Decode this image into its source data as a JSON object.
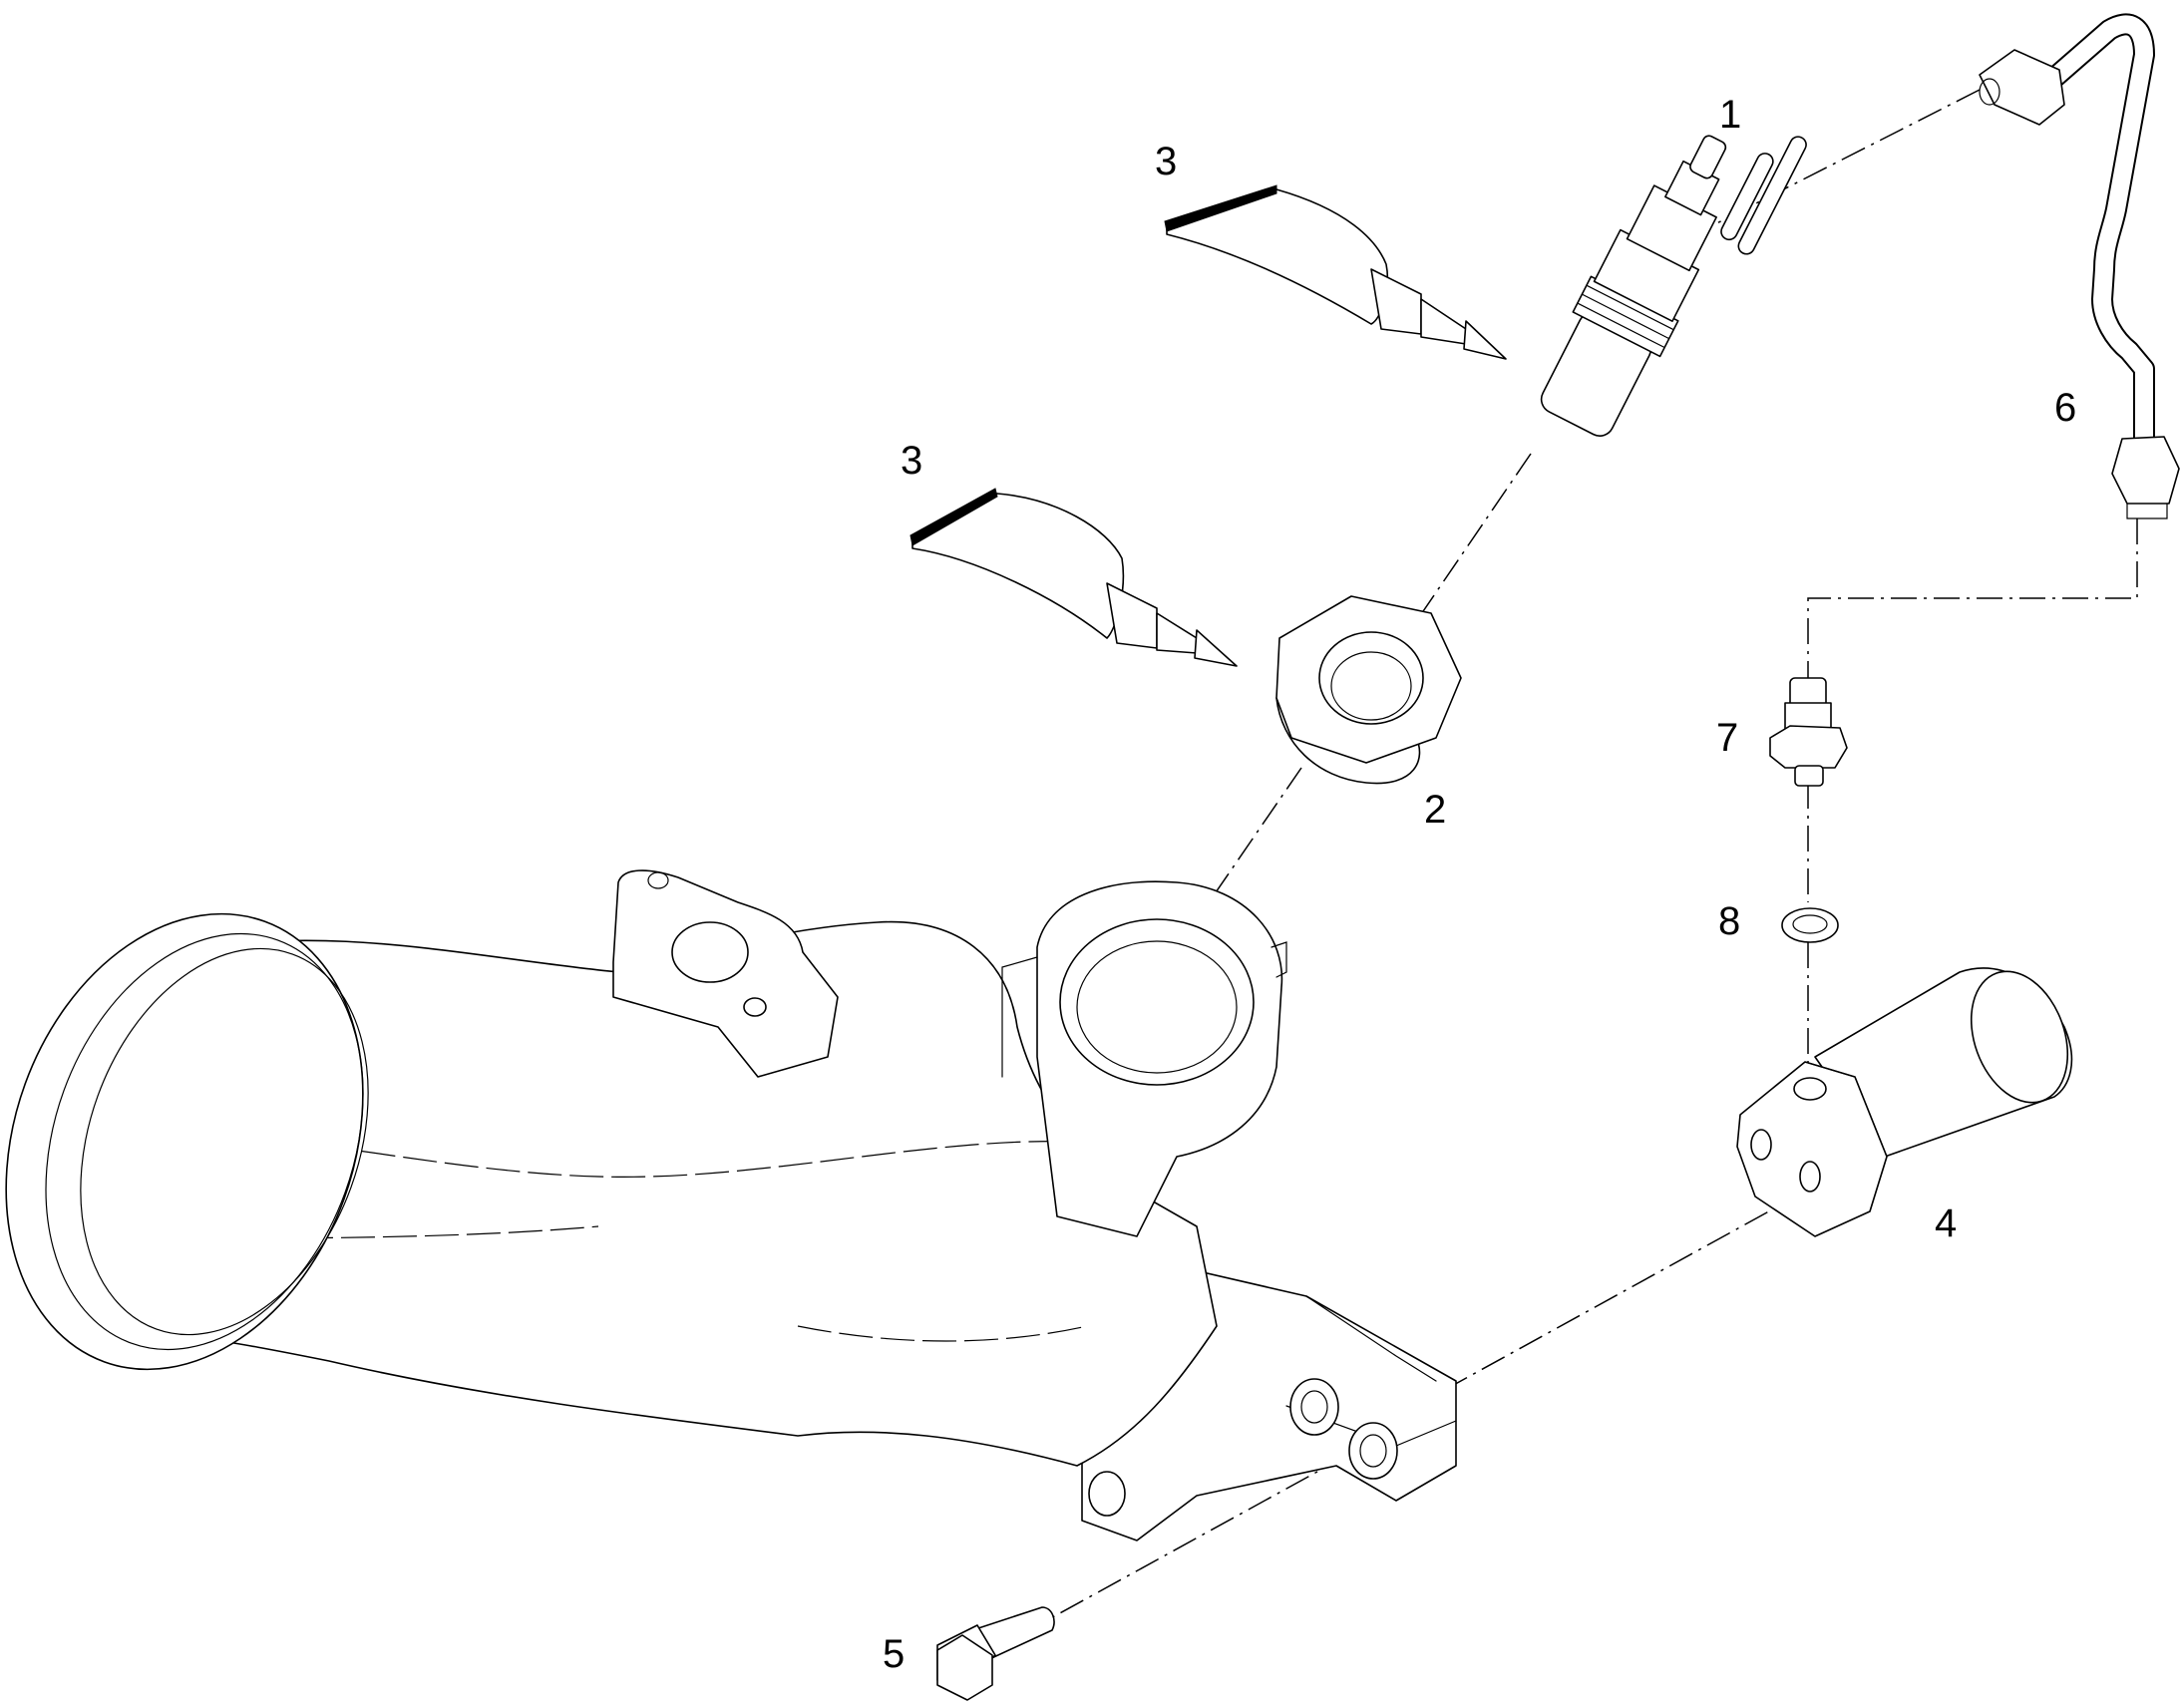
{
  "callouts": [
    {
      "id": "callout-1",
      "label": "1"
    },
    {
      "id": "callout-2",
      "label": "2"
    },
    {
      "id": "callout-3a",
      "label": "3"
    },
    {
      "id": "callout-3b",
      "label": "3"
    },
    {
      "id": "callout-4",
      "label": "4"
    },
    {
      "id": "callout-5",
      "label": "5"
    },
    {
      "id": "callout-6",
      "label": "6"
    },
    {
      "id": "callout-7",
      "label": "7"
    },
    {
      "id": "callout-8",
      "label": "8"
    }
  ]
}
